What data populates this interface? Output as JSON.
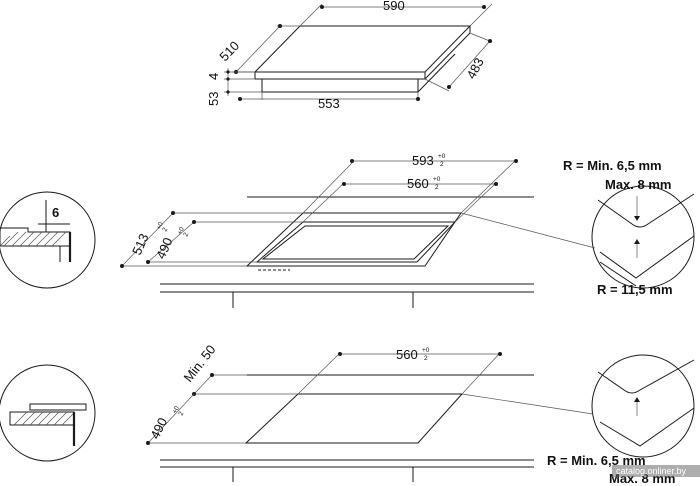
{
  "top_view": {
    "width_top": "590",
    "depth_left": "510",
    "depth_right": "483",
    "width_bottom": "553",
    "glass_height": "4",
    "body_height": "53"
  },
  "cutout_flush": {
    "outer_width": "593",
    "outer_width_tol_top": "+0",
    "outer_width_tol_bottom": "2",
    "inner_width": "560",
    "inner_width_tol_top": "+0",
    "inner_width_tol_bottom": "2",
    "outer_depth": "513",
    "outer_depth_tol_top": "+0",
    "outer_depth_tol_bottom": "2",
    "inner_depth": "490",
    "inner_depth_tol_top": "+0",
    "inner_depth_tol_bottom": "2",
    "recess_depth": "6",
    "corner_note_line1": "R = Min. 6,5 mm",
    "corner_note_line2": "Max. 8 mm",
    "outer_corner_note": "R = 11,5 mm"
  },
  "cutout_standard": {
    "min_distance": "Min. 50",
    "width": "560",
    "width_tol_top": "+0",
    "width_tol_bottom": "2",
    "depth": "490",
    "depth_tol_top": "+0",
    "depth_tol_bottom": "2",
    "corner_note_line1": "R = Min. 6,5 mm",
    "corner_note_line2": "Max. 8 mm"
  },
  "watermark": "catalog.onliner.by"
}
